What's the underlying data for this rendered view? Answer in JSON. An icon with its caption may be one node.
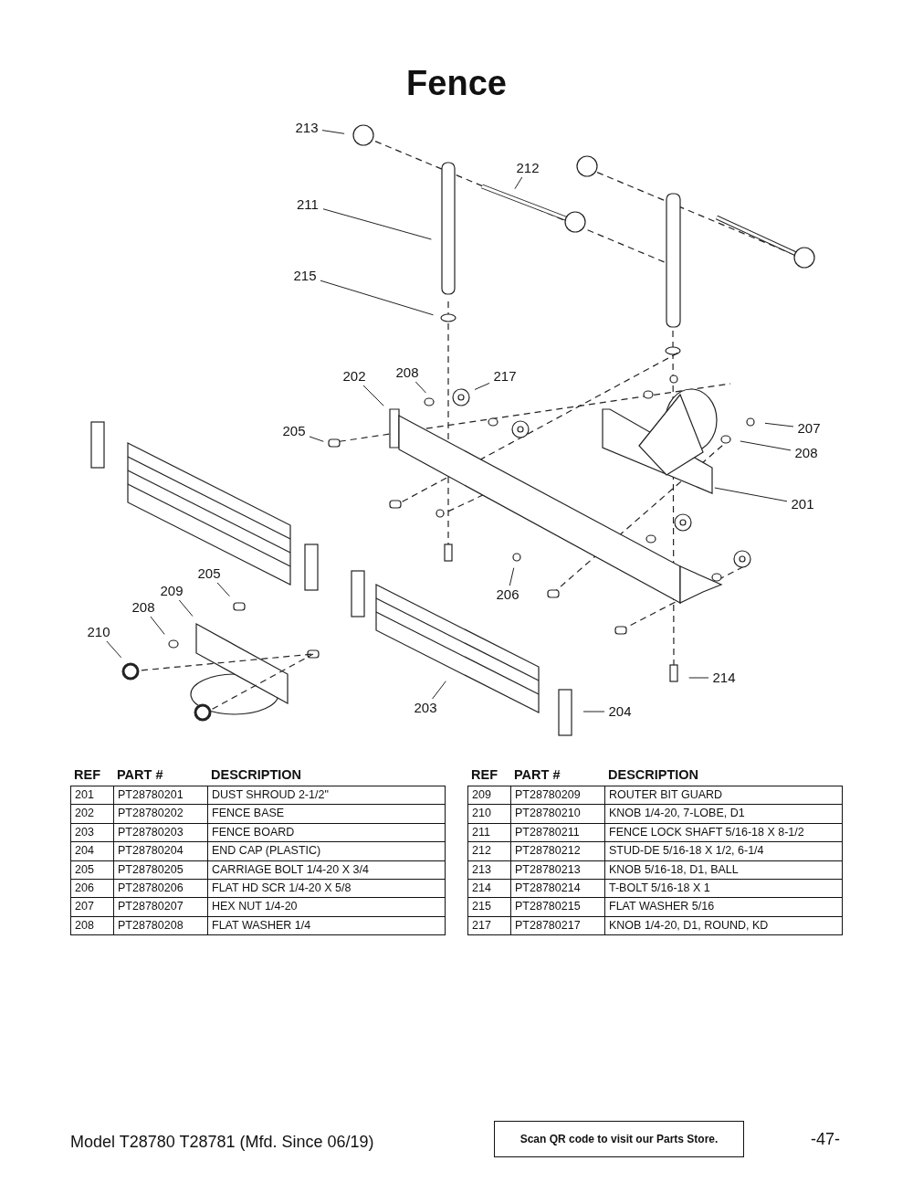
{
  "diagram": {
    "title": "Fence",
    "nodes": [
      {
        "text": [
          "213"
        ]
      },
      {
        "text": [
          "212"
        ]
      },
      {
        "text": [
          "211"
        ]
      },
      {
        "text": [
          "215"
        ]
      },
      {
        "text": [
          "202"
        ]
      },
      {
        "text": [
          "208"
        ]
      },
      {
        "text": [
          "217"
        ]
      },
      {
        "text": [
          "205"
        ]
      },
      {
        "text": [
          "207"
        ]
      },
      {
        "text": [
          "208"
        ]
      },
      {
        "text": [
          "201"
        ]
      },
      {
        "text": [
          "206"
        ]
      },
      {
        "text": [
          "205"
        ]
      },
      {
        "text": [
          "209"
        ]
      },
      {
        "text": [
          "208"
        ]
      },
      {
        "text": [
          "210"
        ]
      },
      {
        "text": [
          "214"
        ]
      },
      {
        "text": [
          "203"
        ]
      },
      {
        "text": [
          "204"
        ]
      }
    ],
    "edges": [
      {
        "from": 0,
        "to": null,
        "arrow": "none"
      },
      {
        "from": 1,
        "to": null,
        "arrow": "none"
      },
      {
        "from": 2,
        "to": null,
        "arrow": "none"
      },
      {
        "from": 3,
        "to": null,
        "arrow": "none"
      },
      {
        "from": 4,
        "to": null,
        "arrow": "none"
      },
      {
        "from": 5,
        "to": null,
        "arrow": "none"
      },
      {
        "from": 6,
        "to": null,
        "arrow": "none"
      },
      {
        "from": 7,
        "to": null,
        "arrow": "none"
      },
      {
        "from": 8,
        "to": null,
        "arrow": "none"
      },
      {
        "from": 9,
        "to": null,
        "arrow": "none"
      },
      {
        "from": 10,
        "to": null,
        "arrow": "none"
      },
      {
        "from": 11,
        "to": null,
        "arrow": "none"
      },
      {
        "from": 12,
        "to": null,
        "arrow": "none"
      },
      {
        "from": 13,
        "to": null,
        "arrow": "none"
      },
      {
        "from": 14,
        "to": null,
        "arrow": "none"
      },
      {
        "from": 15,
        "to": null,
        "arrow": "none"
      },
      {
        "from": 16,
        "to": null,
        "arrow": "none"
      },
      {
        "from": 17,
        "to": null,
        "arrow": "none"
      },
      {
        "from": 18,
        "to": null,
        "arrow": "none"
      }
    ],
    "labels": [
      "REF",
      "PART #",
      "DESCRIPTION",
      "201",
      "PT28780201",
      "DUST SHROUD 2-1/2\"",
      "202",
      "PT28780202",
      "FENCE BASE",
      "203",
      "PT28780203",
      "FENCE BOARD",
      "204",
      "PT28780204",
      "END CAP (PLASTIC)",
      "205",
      "PT28780205",
      "CARRIAGE BOLT 1/4-20 X 3/4",
      "206",
      "PT28780206",
      "FLAT HD SCR 1/4-20 X 5/8",
      "207",
      "PT28780207",
      "HEX NUT 1/4-20",
      "208",
      "PT28780208",
      "FLAT WASHER 1/4",
      "REF",
      "PART #",
      "DESCRIPTION",
      "209",
      "PT28780209",
      "ROUTER BIT GUARD",
      "210",
      "PT28780210",
      "KNOB 1/4-20, 7-LOBE, D1",
      "211",
      "PT28780211",
      "FENCE LOCK SHAFT 5/16-18 X 8-1/2",
      "212",
      "PT28780212",
      "STUD-DE 5/16-18 X 1/2, 6-1/4",
      "213",
      "PT28780213",
      "KNOB 5/16-18, D1, BALL",
      "214",
      "PT28780214",
      "T-BOLT 5/16-18 X 1",
      "215",
      "PT28780215",
      "FLAT WASHER 5/16",
      "217",
      "PT28780217",
      "KNOB 1/4-20, D1, ROUND, KD",
      "Model T28780 T28781 (Mfd. Since 06/19)",
      "Scan QR code to visit our Parts Store.",
      "-47-"
    ]
  }
}
